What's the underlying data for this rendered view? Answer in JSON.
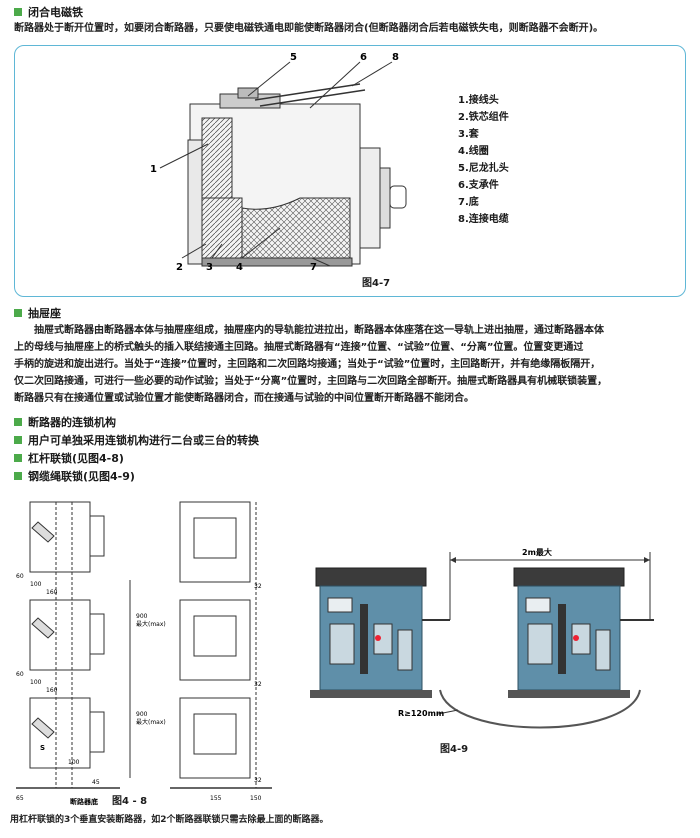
{
  "section1": {
    "title": "闭合电磁铁",
    "desc": "断路器处于断开位置时，如要闭合断路器，只要使电磁铁通电即能使断路器闭合(但断路器闭合后若电磁铁失电，则断路器不会断开)。",
    "callouts": [
      "5",
      "6",
      "8",
      "1",
      "2",
      "3",
      "4",
      "7"
    ],
    "legend": [
      "1.接线头",
      "2.铁芯组件",
      "3.套",
      "4.线圈",
      "5.尼龙扎头",
      "6.支承件",
      "7.底",
      "8.连接电缆"
    ],
    "figure_caption": "图4-7"
  },
  "section2": {
    "title": "抽屉座",
    "para_lines": [
      "抽屉式断路器由断路器本体与抽屉座组成，抽屉座内的导轨能拉进拉出，断路器本体座落在这一导轨上进出抽屉，通过断路器本体",
      "上的母线与抽屉座上的桥式触头的插入联结接通主回路。抽屉式断路器有“连接”位置、“试验”位置、“分离”位置。位置变更通过",
      "手柄的旋进和旋出进行。当处于“连接”位置时，主回路和二次回路均接通；当处于“试验”位置时，主回路断开，并有绝缘隔板隔开，",
      "仅二次回路接通，可进行一些必要的动作试验；当处于“分离”位置时，主回路与二次回路全部断开。抽屉式断路器具有机械联锁装置，",
      "断路器只有在接通位置或试验位置才能使断路器闭合，而在接通与试验的中间位置断开断路器不能闭合。"
    ]
  },
  "bullets": [
    "断路器的连锁机构",
    "用户可单独采用连锁机构进行二台或三台的转换",
    "杠杆联锁(见图4-8)",
    "钢缆绳联锁(见图4-9)"
  ],
  "fig48": {
    "dims": [
      "60",
      "100",
      "160",
      "900",
      "最大(max)",
      "60",
      "100",
      "160",
      "900",
      "最大(max)",
      "100",
      "45",
      "32",
      "32",
      "32",
      "65",
      "150",
      "155"
    ],
    "bottom_label": "断路器底",
    "s_label": "S",
    "caption": "图4 - 8"
  },
  "fig49": {
    "span_label": "2m最大",
    "radius_label": "R≥120mm",
    "caption": "图4-9"
  },
  "footer_note": "用杠杆联锁的3个垂直安装断路器，如2个断路器联锁只需去除最上面的断路器。",
  "colors": {
    "accent": "#4caa4a",
    "frame": "#5fb7d6",
    "breaker": "#5f8fa9"
  }
}
